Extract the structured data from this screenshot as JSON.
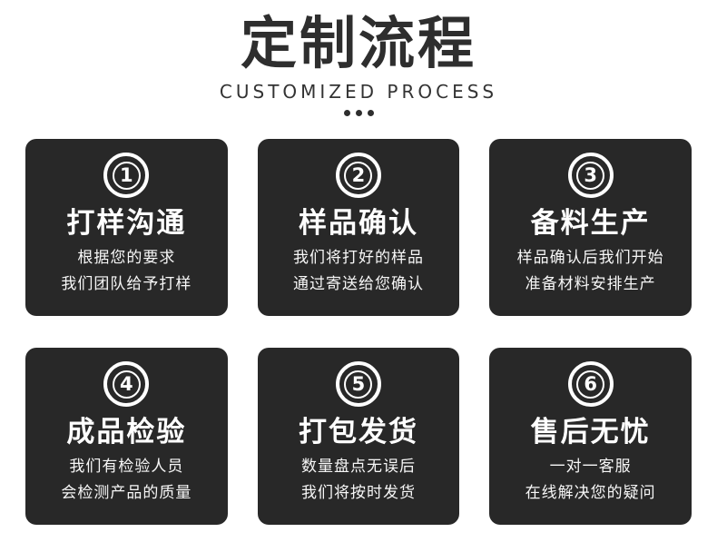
{
  "header": {
    "title": "定制流程",
    "subtitle": "CUSTOMIZED PROCESS"
  },
  "colors": {
    "card_bg": "#282828",
    "heading": "#2e2e2e",
    "card_text": "#ffffff",
    "page_bg": "#ffffff"
  },
  "steps": [
    {
      "number": "1",
      "title": "打样沟通",
      "desc_line1": "根据您的要求",
      "desc_line2": "我们团队给予打样"
    },
    {
      "number": "2",
      "title": "样品确认",
      "desc_line1": "我们将打好的样品",
      "desc_line2": "通过寄送给您确认"
    },
    {
      "number": "3",
      "title": "备料生产",
      "desc_line1": "样品确认后我们开始",
      "desc_line2": "准备材料安排生产"
    },
    {
      "number": "4",
      "title": "成品检验",
      "desc_line1": "我们有检验人员",
      "desc_line2": "会检测产品的质量"
    },
    {
      "number": "5",
      "title": "打包发货",
      "desc_line1": "数量盘点无误后",
      "desc_line2": "我们将按时发货"
    },
    {
      "number": "6",
      "title": "售后无忧",
      "desc_line1": "一对一客服",
      "desc_line2": "在线解决您的疑问"
    }
  ]
}
